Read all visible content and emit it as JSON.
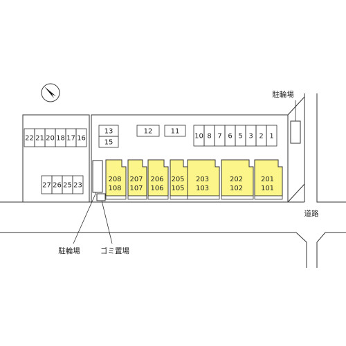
{
  "map": {
    "labels": {
      "bicycle_parking_top": "駐輪場",
      "bicycle_parking_bottom": "駐輪場",
      "garbage_area": "ゴミ置場",
      "road": "道路"
    },
    "north_arrow_icon": "north-arrow-icon",
    "parking_left_top": [
      "22",
      "21",
      "20",
      "18",
      "17",
      "16"
    ],
    "parking_left_bottom": [
      "27",
      "26",
      "25",
      "23"
    ],
    "parking_mid_a": [
      "13",
      "15"
    ],
    "parking_mid_b": "12",
    "parking_mid_c": "11",
    "parking_right": [
      "10",
      "8",
      "7",
      "6",
      "5",
      "3",
      "2",
      "1"
    ],
    "units": [
      {
        "upper": "208",
        "lower": "108"
      },
      {
        "upper": "207",
        "lower": "107"
      },
      {
        "upper": "206",
        "lower": "106"
      },
      {
        "upper": "205",
        "lower": "105"
      },
      {
        "upper": "203",
        "lower": "103"
      },
      {
        "upper": "202",
        "lower": "102"
      },
      {
        "upper": "201",
        "lower": "101"
      }
    ],
    "colors": {
      "building_fill": "#fbf58a",
      "line": "#333333"
    }
  }
}
